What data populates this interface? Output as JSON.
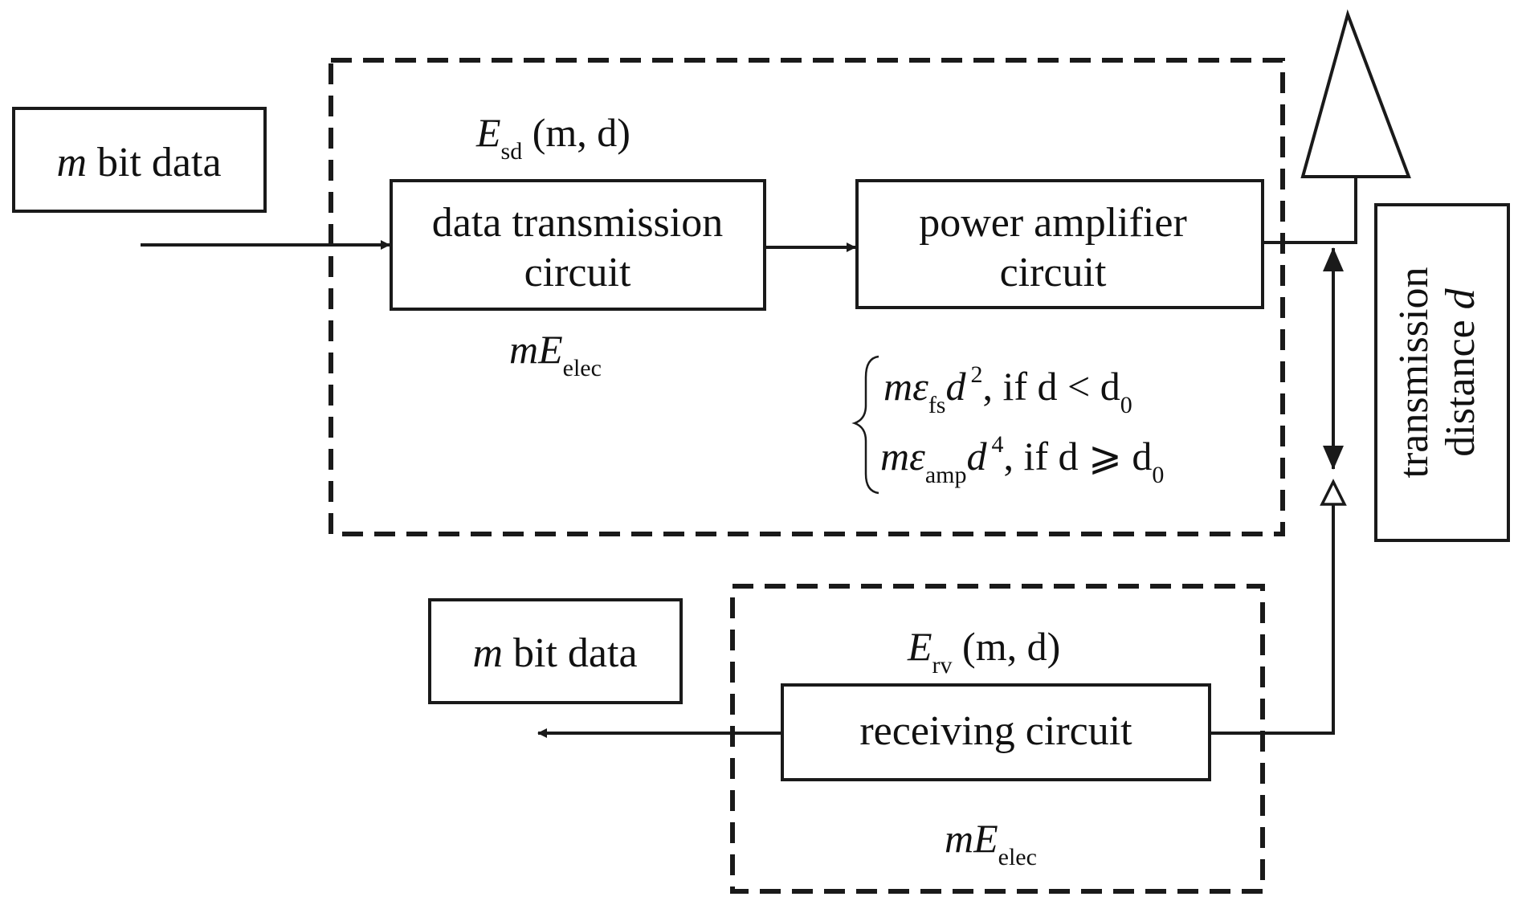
{
  "input_box": {
    "var": "m",
    "text": " bit data"
  },
  "output_box": {
    "var": "m",
    "text": " bit data"
  },
  "data_tx_circuit": {
    "line1": "data transmission",
    "line2": "circuit"
  },
  "power_amp_circuit": {
    "line1": "power amplifier",
    "line2": "circuit"
  },
  "receiving_circuit": {
    "label": "receiving circuit"
  },
  "distance_box": {
    "line1": "transmission",
    "line2_text": "distance ",
    "line2_var": "d"
  },
  "send_energy": {
    "E": "E",
    "sub": "sd",
    "args": " (m, d)"
  },
  "receive_energy": {
    "E": "E",
    "sub": "rv",
    "args": " (m, d)"
  },
  "elec_energy_tx": {
    "m": "m",
    "E": "E",
    "sub": "elec"
  },
  "elec_energy_rx": {
    "m": "m",
    "E": "E",
    "sub": "elec"
  },
  "piecewise": {
    "case1": {
      "m": "m",
      "eps": "ε",
      "sub": "fs",
      "d": "d",
      "exp": "2",
      "cond": ",   if d < d",
      "cond_sub": "0"
    },
    "case2": {
      "m": "m",
      "eps": "ε",
      "sub": "amp",
      "d": "d",
      "exp": "4",
      "cond": ", if d ⩾ d",
      "cond_sub": "0"
    }
  }
}
